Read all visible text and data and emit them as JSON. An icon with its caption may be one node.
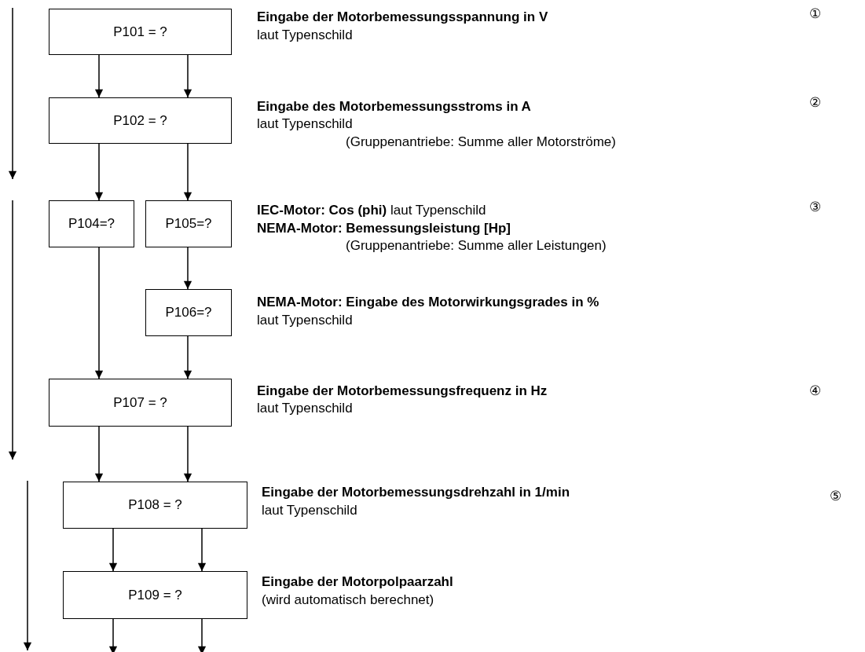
{
  "diagram": {
    "nodes": [
      {
        "text": [
          "P101 = ?"
        ],
        "beside": [
          "Eingabe der Motorbemessungsspannung in V",
          "laut Typenschild"
        ]
      },
      {
        "text": [
          "P102 = ?"
        ],
        "beside": [
          "Eingabe des Motorbemessungsstroms in A",
          "laut Typenschild",
          "(Gruppenantriebe: Summe aller Motorströme)"
        ]
      },
      {
        "text": [
          "P104=?"
        ]
      },
      {
        "text": [
          "P105=?"
        ],
        "beside": [
          "**IEC-Motor: Cos (phi)** laut Typenschild",
          "NEMA-Motor: Bemessungsleistung [Hp]",
          "(Gruppenantriebe: Summe aller Leistungen)"
        ]
      },
      {
        "text": [
          "P106=?"
        ],
        "beside": [
          "NEMA-Motor: Eingabe des Motorwirkungsgrades in %",
          "laut Typenschild"
        ]
      },
      {
        "text": [
          "P107 = ?"
        ],
        "beside": [
          "Eingabe der Motorbemessungsfrequenz in Hz",
          "laut Typenschild"
        ]
      },
      {
        "text": [
          "P108 = ?"
        ],
        "beside": [
          "Eingabe der Motorbemessungsdrehzahl in 1/min",
          "laut Typenschild"
        ]
      },
      {
        "text": [
          "P109 = ?"
        ],
        "beside": [
          "Eingabe der Motorpolpaarzahl",
          "(wird automatisch berechnet)"
        ]
      }
    ],
    "edges": [
      {
        "from": 0,
        "to": 1,
        "arrow": "to"
      },
      {
        "from": 0,
        "to": 1,
        "arrow": "to"
      },
      {
        "from": 1,
        "to": 2,
        "arrow": "to"
      },
      {
        "from": 1,
        "to": 3,
        "arrow": "to"
      },
      {
        "from": 2,
        "to": 5,
        "arrow": "to"
      },
      {
        "from": 3,
        "to": 4,
        "arrow": "to"
      },
      {
        "from": 4,
        "to": 5,
        "arrow": "to"
      },
      {
        "from": 5,
        "to": 6,
        "arrow": "to"
      },
      {
        "from": 5,
        "to": 6,
        "arrow": "to"
      },
      {
        "from": 6,
        "to": 7,
        "arrow": "to"
      },
      {
        "from": 6,
        "to": 7,
        "arrow": "to"
      },
      {
        "from": 7,
        "to": null,
        "arrow": "to"
      },
      {
        "from": 7,
        "to": null,
        "arrow": "to"
      }
    ],
    "labels": [
      "①",
      "②",
      "③",
      "④",
      "⑤"
    ]
  }
}
